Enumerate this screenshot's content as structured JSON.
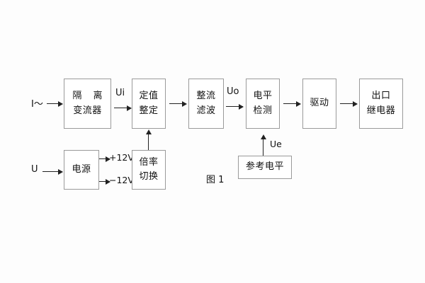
{
  "figure": {
    "caption": "图 1",
    "blocks": [
      {
        "id": "isolation",
        "lines": [
          "隔 离",
          "变流器"
        ]
      },
      {
        "id": "setting",
        "lines": [
          "定值",
          "整定"
        ]
      },
      {
        "id": "rectifier",
        "lines": [
          "整流",
          "滤波"
        ]
      },
      {
        "id": "level_detect",
        "lines": [
          "电平",
          "检测"
        ]
      },
      {
        "id": "driver",
        "lines": [
          "驱动"
        ]
      },
      {
        "id": "output_relay",
        "lines": [
          "出口",
          "继电器"
        ]
      },
      {
        "id": "power",
        "lines": [
          "电源"
        ]
      },
      {
        "id": "multiplier",
        "lines": [
          "倍率",
          "切换"
        ]
      },
      {
        "id": "reference",
        "lines": [
          "参考电平"
        ]
      }
    ],
    "labels": {
      "input_current": "I～",
      "input_voltage": "U",
      "ui": "Ui",
      "uo": "Uo",
      "ue": "Ue",
      "plus12v": "+12V",
      "minus12v": "−12V"
    }
  },
  "colors": {
    "background": "#fdfdfd",
    "box_border": "#9a9a9a",
    "line": "#222222",
    "text": "#111111"
  }
}
